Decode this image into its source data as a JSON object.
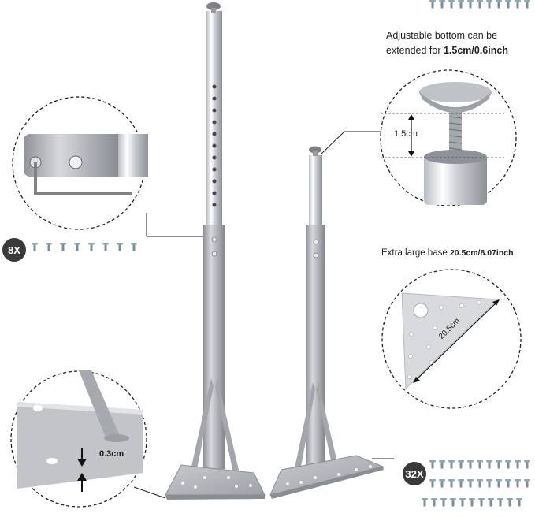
{
  "captions": {
    "adjustable_line1": "Adjustable bottom can be",
    "adjustable_line2_prefix": "extended for ",
    "adjustable_line2_bold": "1.5cm/0.6inch",
    "base_prefix": "Extra large base  ",
    "base_bold": "20.5cm/8.07inch"
  },
  "badges": {
    "screws_small": "8X",
    "screws_large": "32X"
  },
  "measurements": {
    "extension": "1.5cm",
    "thickness": "0.3cm",
    "diagonal": "20.5cm"
  },
  "colors": {
    "metal": "#a9acb2",
    "chrome": "#e9ecef",
    "badge": "#3a3a3a",
    "screw": "#6f8fa3"
  }
}
